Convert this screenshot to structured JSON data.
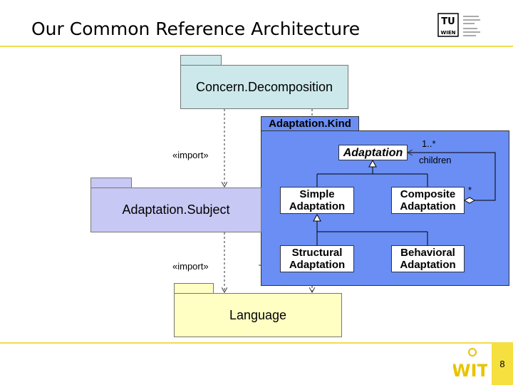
{
  "slide": {
    "title": "Our Common Reference Architecture",
    "page_number": "8"
  },
  "logos": {
    "tu_mark": "TU",
    "tu_sub": "WIEN",
    "wit_mark": "WIT"
  },
  "packages": {
    "concern": "Concern.Decomposition",
    "subject": "Adaptation.Subject",
    "language": "Language",
    "kind": "Adaptation.Kind"
  },
  "classes": {
    "adaptation": "Adaptation",
    "simple": [
      "Simple",
      "Adaptation"
    ],
    "composite": [
      "Composite",
      "Adaptation"
    ],
    "structural": [
      "Structural",
      "Adaptation"
    ],
    "behavioral": [
      "Behavioral",
      "Adaptation"
    ]
  },
  "labels": {
    "import_top": "«import»",
    "import_bottom": "«import»",
    "multiplicity_children": "1..*",
    "role_children": "children",
    "multiplicity_parent": "*"
  },
  "colors": {
    "concern_fill": "#cce8ea",
    "subject_fill": "#c8c8f4",
    "language_fill": "#ffffc4",
    "kind_fill": "#6a8ef4",
    "accent_rule": "#f0dc50"
  }
}
